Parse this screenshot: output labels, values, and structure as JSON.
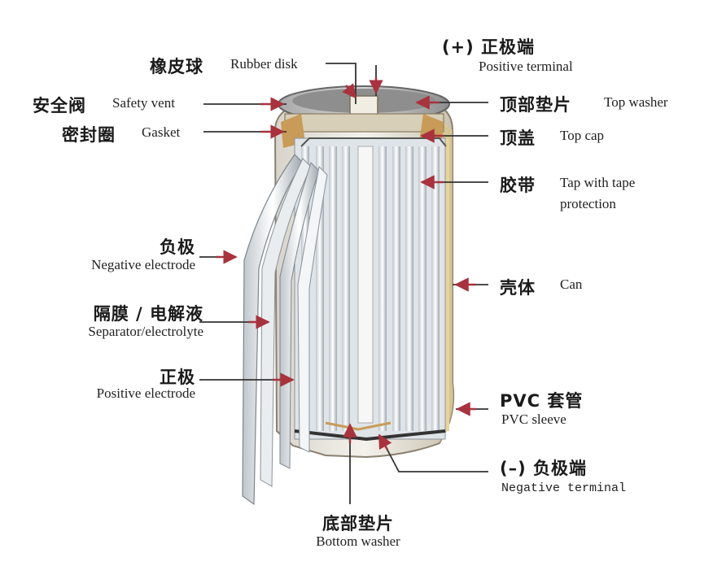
{
  "labels": {
    "positive_terminal": {
      "cn": "(+) 正极端",
      "en": "Positive terminal"
    },
    "rubber_disk": {
      "cn": "橡皮球",
      "en": "Rubber disk"
    },
    "safety_vent": {
      "cn": "安全阀",
      "en": "Safety vent"
    },
    "gasket": {
      "cn": "密封圈",
      "en": "Gasket"
    },
    "top_washer": {
      "cn": "顶部垫片",
      "en": "Top washer"
    },
    "top_cap": {
      "cn": "顶盖",
      "en": "Top cap"
    },
    "tape": {
      "cn": "胶带",
      "en": "Tap with tape",
      "en2": "protection"
    },
    "negative_electrode": {
      "cn": "负极",
      "en": "Negative electrode"
    },
    "separator": {
      "cn": "隔膜 / 电解液",
      "en": "Separator/electrolyte"
    },
    "positive_electrode": {
      "cn": "正极",
      "en": "Positive electrode"
    },
    "can": {
      "cn": "壳体",
      "en": "Can"
    },
    "pvc_sleeve": {
      "cn": "PVC 套管",
      "en": "PVC sleeve"
    },
    "negative_terminal": {
      "cn": "(–) 负极端",
      "en": "Negative terminal"
    },
    "bottom_washer": {
      "cn": "底部垫片",
      "en": "Bottom washer"
    }
  },
  "colors": {
    "arrow": "#a8323e",
    "line": "#333333",
    "can_body": "#e8e2d2"
  }
}
